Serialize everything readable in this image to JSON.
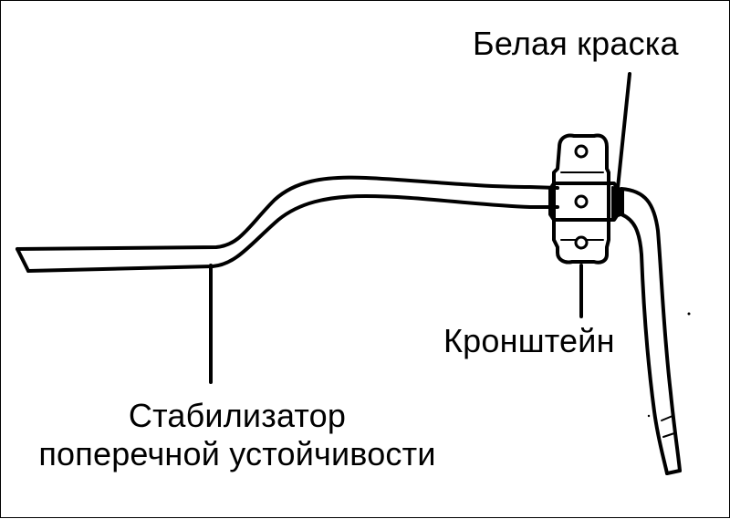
{
  "labels": {
    "white_paint": "Белая краска",
    "bracket": "Кронштейн",
    "stabilizer_line1": "Стабилизатор",
    "stabilizer_line2": "поперечной устойчивости"
  }
}
